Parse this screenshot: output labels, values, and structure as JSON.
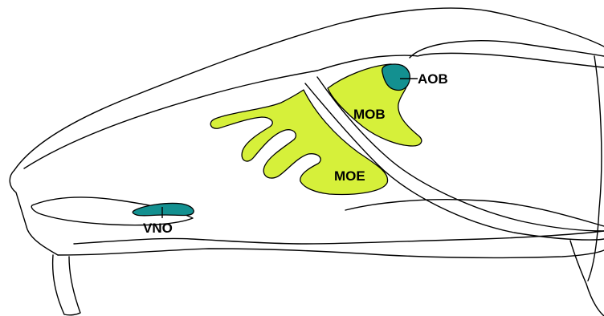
{
  "colors": {
    "olfactory_fill": "#d6f03a",
    "vomeronasal_fill": "#139090",
    "line": "#000000",
    "background": "#ffffff"
  },
  "labels": {
    "aob": "AOB",
    "mob": "MOB",
    "moe": "MOE",
    "vno": "VNO"
  }
}
